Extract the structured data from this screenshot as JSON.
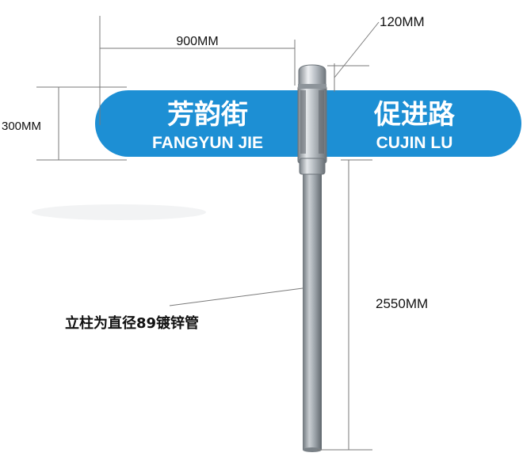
{
  "signs": {
    "left": {
      "name_cn": "芳韵街",
      "name_en": "FANGYUN JIE"
    },
    "right": {
      "name_cn": "促进路",
      "name_en": "CUJIN LU"
    }
  },
  "dimensions": {
    "sign_width": "900MM",
    "sign_height": "300MM",
    "cap_width": "120MM",
    "pole_height": "2550MM"
  },
  "note": "立柱为直径89镀锌管",
  "colors": {
    "sign_blue": "#1d8fd4",
    "sign_border": "#ffffff",
    "pole_gray": "#9aa2a8"
  }
}
